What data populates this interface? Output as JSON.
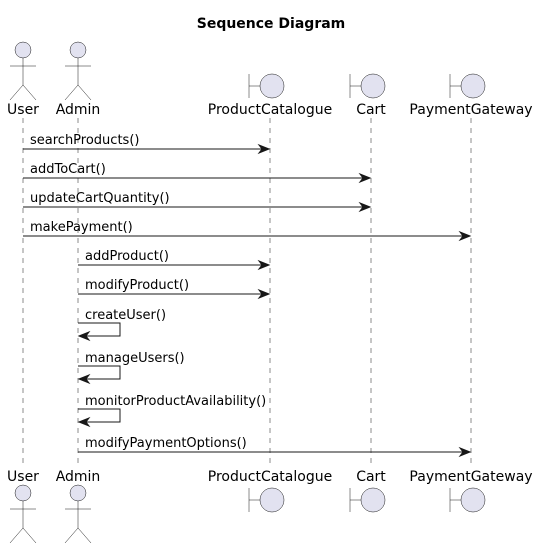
{
  "diagram": {
    "title": "Sequence Diagram",
    "colors": {
      "fill": "#E2E2F0",
      "stroke": "#181818",
      "lifeline": "#181818"
    },
    "participants": [
      {
        "id": "user",
        "name": "User",
        "kind": "actor"
      },
      {
        "id": "admin",
        "name": "Admin",
        "kind": "actor"
      },
      {
        "id": "catalogue",
        "name": "ProductCatalogue",
        "kind": "boundary"
      },
      {
        "id": "cart",
        "name": "Cart",
        "kind": "boundary"
      },
      {
        "id": "gateway",
        "name": "PaymentGateway",
        "kind": "boundary"
      }
    ],
    "messages": [
      {
        "from": "user",
        "to": "catalogue",
        "label": "searchProducts()"
      },
      {
        "from": "user",
        "to": "cart",
        "label": "addToCart()"
      },
      {
        "from": "user",
        "to": "cart",
        "label": "updateCartQuantity()"
      },
      {
        "from": "user",
        "to": "gateway",
        "label": "makePayment()"
      },
      {
        "from": "admin",
        "to": "catalogue",
        "label": "addProduct()"
      },
      {
        "from": "admin",
        "to": "catalogue",
        "label": "modifyProduct()"
      },
      {
        "from": "admin",
        "to": "admin",
        "label": "createUser()"
      },
      {
        "from": "admin",
        "to": "admin",
        "label": "manageUsers()"
      },
      {
        "from": "admin",
        "to": "admin",
        "label": "monitorProductAvailability()"
      },
      {
        "from": "admin",
        "to": "gateway",
        "label": "modifyPaymentOptions()"
      }
    ]
  }
}
